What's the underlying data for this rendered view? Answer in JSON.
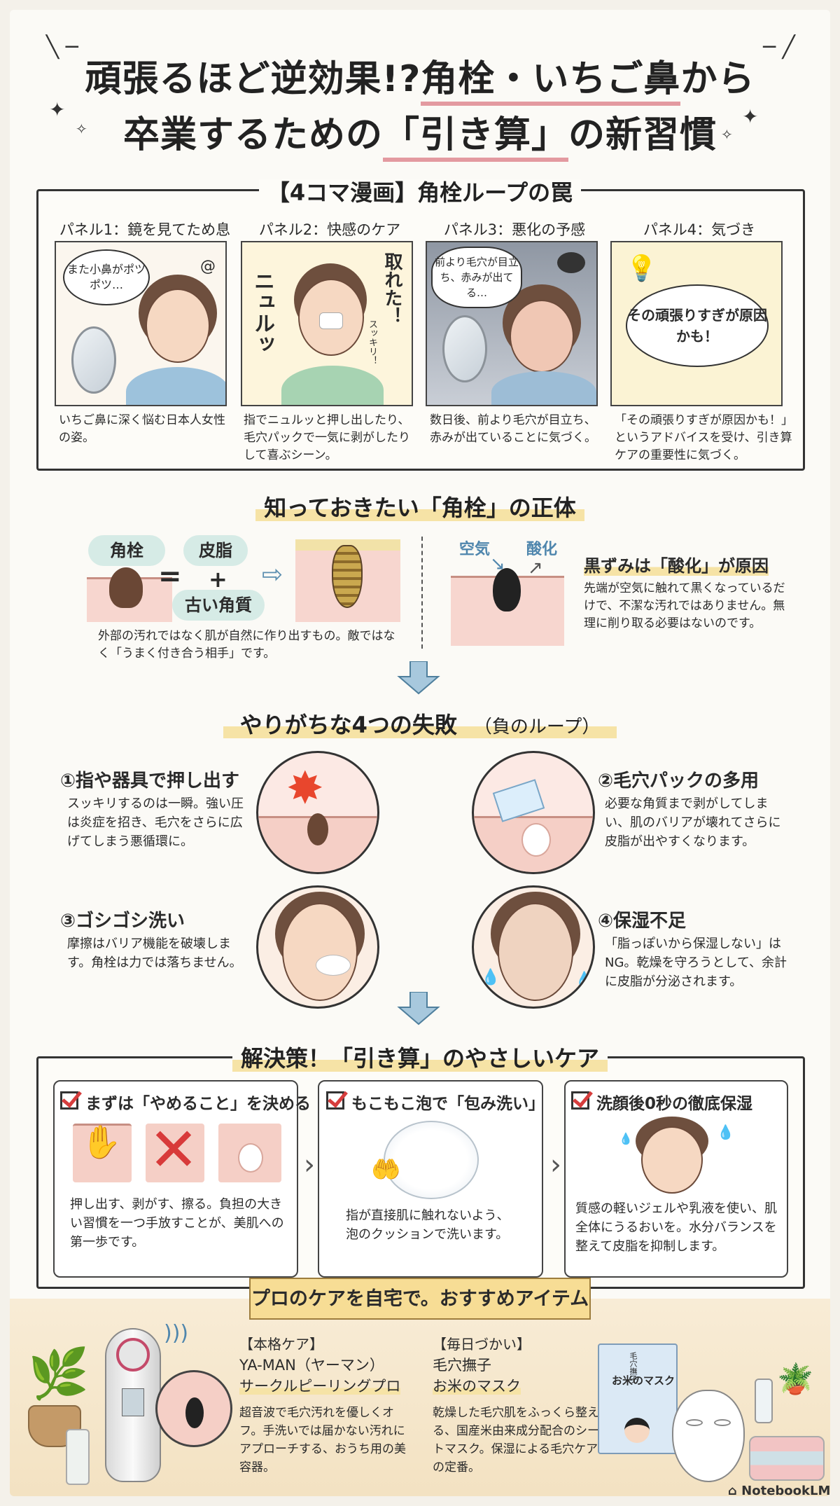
{
  "title": {
    "line1_a": "頑張るほど逆効果!?",
    "line1_b": "角栓・いちご鼻",
    "line1_c": "から",
    "line2_a": "卒業するための",
    "line2_b": "「引き算」",
    "line2_c": "の新習慣"
  },
  "comic": {
    "heading": "【4コマ漫画】角栓ループの罠",
    "panels": [
      {
        "label": "パネル1：鏡を見てため息",
        "bubble": "また小鼻がポツポツ…",
        "caption": "いちご鼻に深く悩む日本人女性の姿。"
      },
      {
        "label": "パネル2：快感のケア",
        "sfx1": "ニュルッ",
        "sfx2": "取れた！",
        "sfx3": "スッキリ！",
        "caption": "指でニュルッと押し出したり、毛穴パックで一気に剥がしたりして喜ぶシーン。"
      },
      {
        "label": "パネル3：悪化の予感",
        "bubble": "前より毛穴が目立ち、赤みが出てる…",
        "caption": "数日後、前より毛穴が目立ち、赤みが出ていることに気づく。"
      },
      {
        "label": "パネル4：気づき",
        "bubble": "その頑張りすぎが原因かも！",
        "caption": "「その頑張りすぎが原因かも！」というアドバイスを受け、引き算ケアの重要性に気づく。"
      }
    ]
  },
  "plug": {
    "heading": "知っておきたい「角栓」の正体",
    "term": "角栓",
    "eq": "=",
    "sebum": "皮脂",
    "plus": "+",
    "keratin": "古い角質",
    "desc": "外部の汚れではなく肌が自然に作り出すもの。敵ではなく「うまく付き合う相手」です。",
    "air": "空気",
    "oxid": "酸化",
    "dark_title": "黒ずみは「酸化」が原因",
    "dark_desc": "先端が空気に触れて黒くなっているだけで、不潔な汚れではありません。無理に削り取る必要はないのです。"
  },
  "mistakes": {
    "heading": "やりがちな4つの失敗",
    "heading_sub": "（負のループ）",
    "items": [
      {
        "title": "①指や器具で押し出す",
        "desc": "スッキリするのは一瞬。強い圧は炎症を招き、毛穴をさらに広げてしまう悪循環に。"
      },
      {
        "title": "②毛穴パックの多用",
        "desc": "必要な角質まで剥がしてしまい、肌のバリアが壊れてさらに皮脂が出やすくなります。"
      },
      {
        "title": "③ゴシゴシ洗い",
        "desc": "摩擦はバリア機能を破壊します。角栓は力では落ちません。"
      },
      {
        "title": "④保湿不足",
        "desc": "「脂っぽいから保湿しない」はNG。乾燥を守ろうとして、余計に皮脂が分泌されます。"
      }
    ]
  },
  "solution": {
    "heading": "解決策！「引き算」のやさしいケア",
    "cards": [
      {
        "title": "まずは「やめること」を決める",
        "desc": "押し出す、剥がす、擦る。負担の大きい習慣を一つ手放すことが、美肌への第一歩です。"
      },
      {
        "title": "もこもこ泡で「包み洗い」",
        "desc": "指が直接肌に触れないよう、泡のクッションで洗います。"
      },
      {
        "title": "洗顔後0秒の徹底保湿",
        "desc": "質感の軽いジェルや乳液を使い、肌全体にうるおいを。水分バランスを整えて皮脂を抑制します。"
      }
    ]
  },
  "items": {
    "banner": "プロのケアを自宅で。おすすめアイテム",
    "a_tag": "【本格ケア】",
    "a_name1": "YA-MAN（ヤーマン）",
    "a_name2": "サークルピーリングプロ",
    "a_desc": "超音波で毛穴汚れを優しくオフ。手洗いでは届かない汚れにアプローチする、おうち用の美容器。",
    "b_tag": "【毎日づかい】",
    "b_name1": "毛穴撫子",
    "b_name2": "お米のマスク",
    "b_desc": "乾燥した毛穴肌をふっくら整える、国産米由来成分配合のシートマスク。保湿による毛穴ケアの定番。",
    "pack_label": "お米のマスク",
    "pack_brand": "毛穴撫子"
  },
  "footer": {
    "brand": "NotebookLM"
  }
}
